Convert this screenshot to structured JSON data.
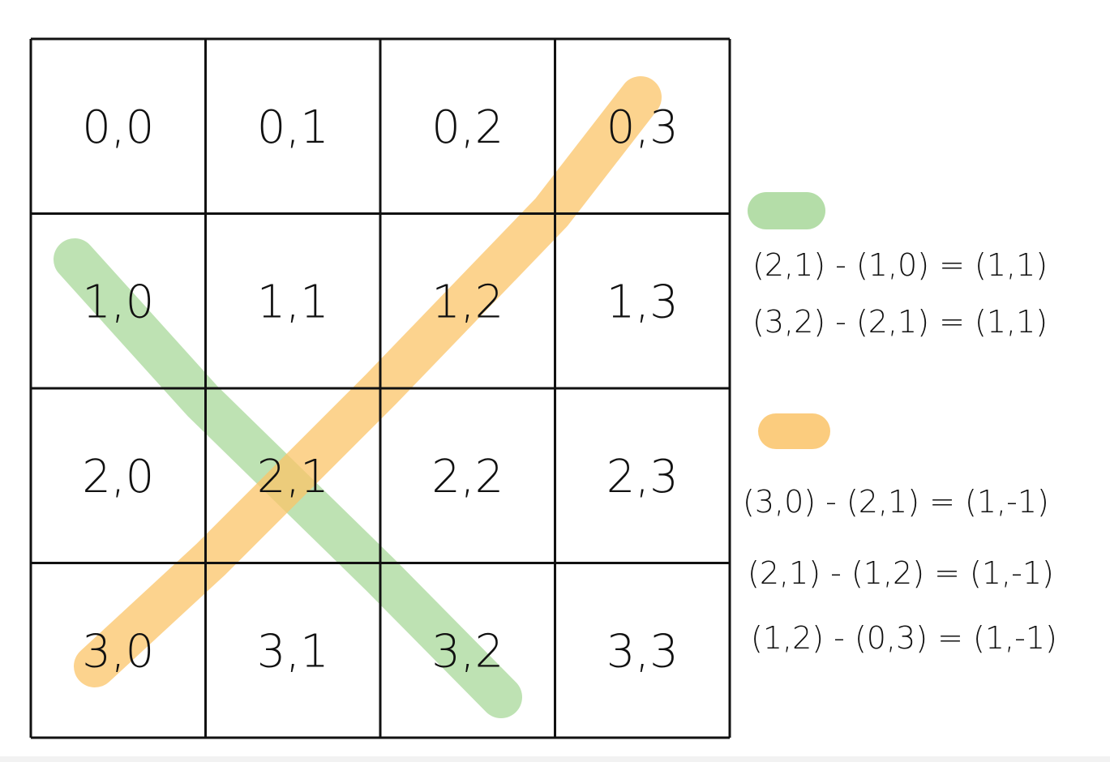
{
  "grid": {
    "rows": 4,
    "cols": 4,
    "labels": [
      [
        "0,0",
        "0,1",
        "0,2",
        "0,3"
      ],
      [
        "1,0",
        "1,1",
        "1,2",
        "1,3"
      ],
      [
        "2,0",
        "2,1",
        "2,2",
        "2,3"
      ],
      [
        "3,0",
        "3,1",
        "3,2",
        "3,3"
      ]
    ]
  },
  "colors": {
    "grid_line": "#111111",
    "green": "#a8d89a",
    "orange": "#fbc468"
  },
  "diagonals": {
    "green": {
      "from_cell": [
        1,
        0
      ],
      "to_cell": [
        3,
        2
      ]
    },
    "orange": {
      "from_cell": [
        3,
        0
      ],
      "to_cell": [
        0,
        3
      ]
    }
  },
  "legend": {
    "green": {
      "swatch": "green",
      "equations": [
        "(2,1) - (1,0) = (1,1)",
        "(3,2) - (2,1) = (1,1)"
      ]
    },
    "orange": {
      "swatch": "orange",
      "equations": [
        "(3,0) - (2,1) = (1,-1)",
        "(2,1) - (1,2) = (1,-1)",
        "(1,2) - (0,3) = (1,-1)"
      ]
    }
  }
}
